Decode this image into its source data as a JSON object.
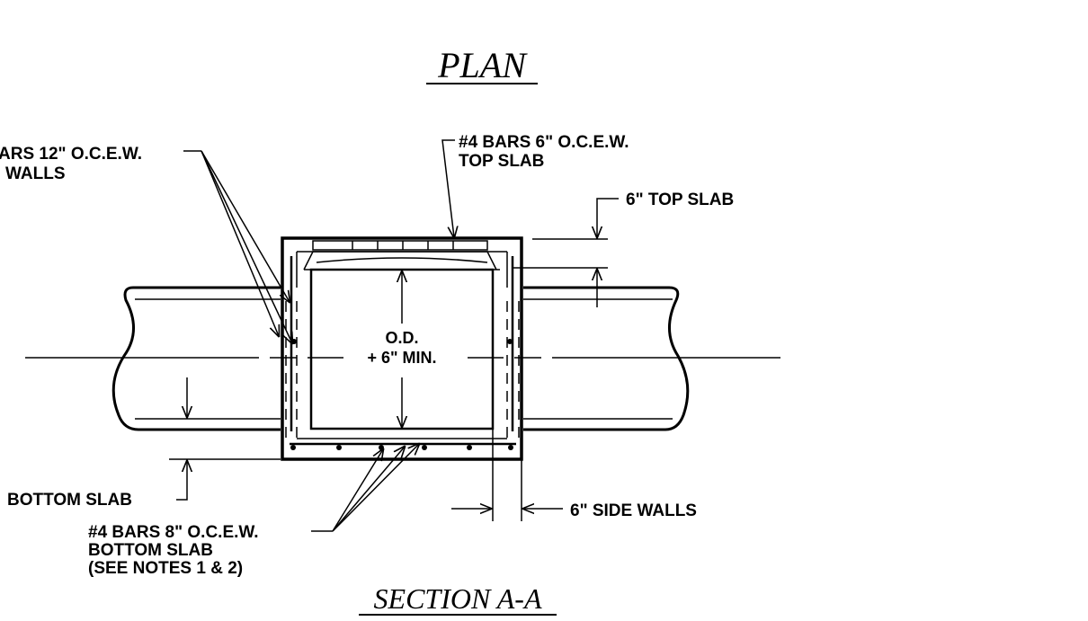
{
  "titles": {
    "plan": "PLAN",
    "section": "SECTION A-A"
  },
  "labels": {
    "wall_bars_line1": "ARS 12\" O.C.E.W.",
    "wall_bars_line2": "WALLS",
    "top_bars_line1": "#4 BARS 6\" O.C.E.W.",
    "top_bars_line2": "TOP SLAB",
    "top_slab_dim": "6\" TOP SLAB",
    "od_line1": "O.D.",
    "od_line2": "+ 6\" MIN.",
    "bottom_slab_dim": "BOTTOM SLAB",
    "bottom_bars_line1": "#4 BARS 8\" O.C.E.W.",
    "bottom_bars_line2": "BOTTOM SLAB",
    "bottom_bars_line3": "(SEE NOTES 1 & 2)",
    "side_walls_dim": "6\" SIDE WALLS"
  }
}
